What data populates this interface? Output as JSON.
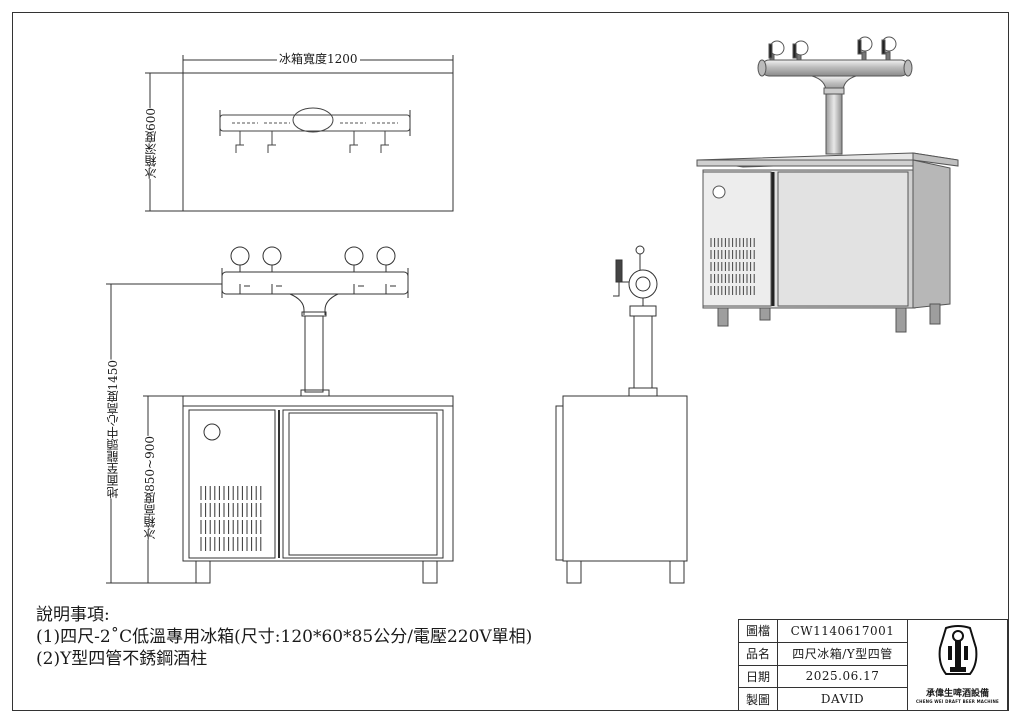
{
  "dimensions": {
    "fridge_width": "冰箱寬度1200",
    "fridge_depth": "冰箱深度600",
    "floor_to_tap_height": "地面至龍頭中心高度1450",
    "fridge_height": "冰箱高度850~900"
  },
  "notes": {
    "heading": "說明事項:",
    "line1": "(1)四尺-2˚C低溫專用冰箱(尺寸:120*60*85公分/電壓220V單相)",
    "line2": "(2)Y型四管不銹鋼酒柱"
  },
  "title_block": {
    "rows": [
      {
        "key": "圖檔",
        "value": "CW1140617001"
      },
      {
        "key": "品名",
        "value": "四尺冰箱/Y型四管"
      },
      {
        "key": "日期",
        "value": "2025.06.17"
      },
      {
        "key": "製圖",
        "value": "DAVID"
      }
    ],
    "company_name": "承偉生啤酒設備",
    "company_subtitle": "CHENG WEI DRAFT BEER MACHINE"
  }
}
